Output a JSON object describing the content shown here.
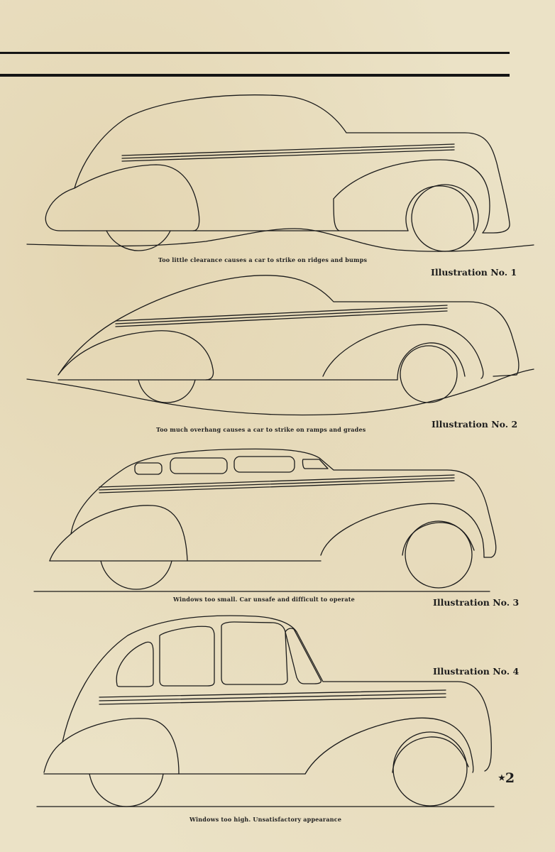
{
  "page": {
    "page_number": "2",
    "page_marker": "★"
  },
  "illustrations": [
    {
      "label": "Illustration No. 1",
      "caption": "Too little clearance causes a car to strike on ridges and bumps"
    },
    {
      "label": "Illustration No. 2",
      "caption": "Too much overhang causes a car to strike on ramps and grades"
    },
    {
      "label": "Illustration No. 3",
      "caption": "Windows too small. Car unsafe and difficult to operate"
    },
    {
      "label": "Illustration No. 4",
      "caption": "Windows too high. Unsatisfactory appearance"
    }
  ]
}
